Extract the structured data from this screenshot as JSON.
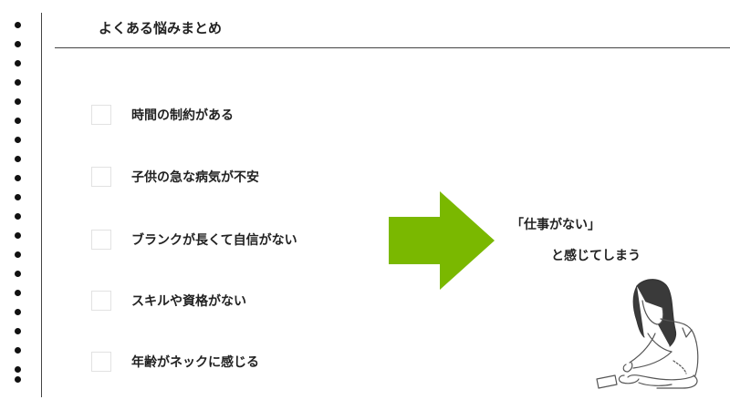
{
  "page": {
    "title": "よくある悩みまとめ"
  },
  "checklist": {
    "items": [
      {
        "label": "時間の制約がある",
        "checked": false
      },
      {
        "label": "子供の急な病気が不安",
        "checked": false
      },
      {
        "label": "ブランクが長くて自信がない",
        "checked": false
      },
      {
        "label": "スキルや資格がない",
        "checked": false
      },
      {
        "label": "年齢がネックに感じる",
        "checked": false
      }
    ]
  },
  "result": {
    "line1": "「仕事がない」",
    "line2": "と感じてしまう"
  },
  "colors": {
    "arrow": "#7ab800",
    "text": "#222222",
    "rule": "#444444",
    "checkbox_border": "#e2e2e2"
  },
  "icons": {
    "arrow": "right-arrow-icon",
    "illustration": "worried-woman-illustration"
  }
}
